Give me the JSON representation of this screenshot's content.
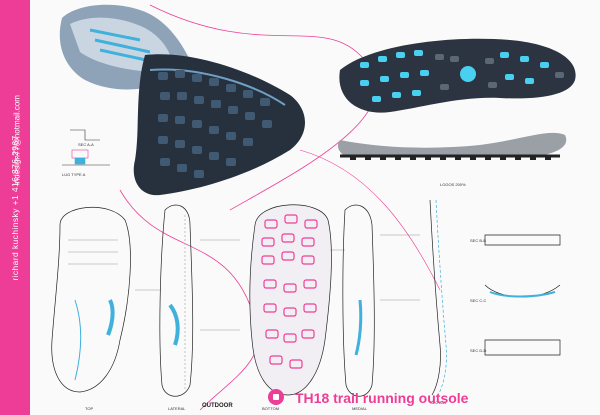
{
  "sidebar": {
    "author": "richard kuchinsky",
    "phone": "+1 416.876.2967",
    "email": "indesign77@hotmail.com"
  },
  "title": "TH18 trail running outsole",
  "labels": {
    "sec_a": "SEC A-A",
    "lug_type": "LUG TYPE A",
    "logos": "LOGOS 200%",
    "sec_b": "SEC B-B",
    "sec_c": "SEC C-C",
    "sec_d": "SEC D-D",
    "top": "TOP",
    "lateral": "LATERAL",
    "bottom": "BOTTOM",
    "medial": "MEDIAL",
    "sec_aa": "SEC A-A",
    "brand": "OUTDOOR"
  },
  "colors": {
    "accent": "#ee3d96",
    "blue": "#3fb1dc",
    "dark": "#2b3440"
  }
}
